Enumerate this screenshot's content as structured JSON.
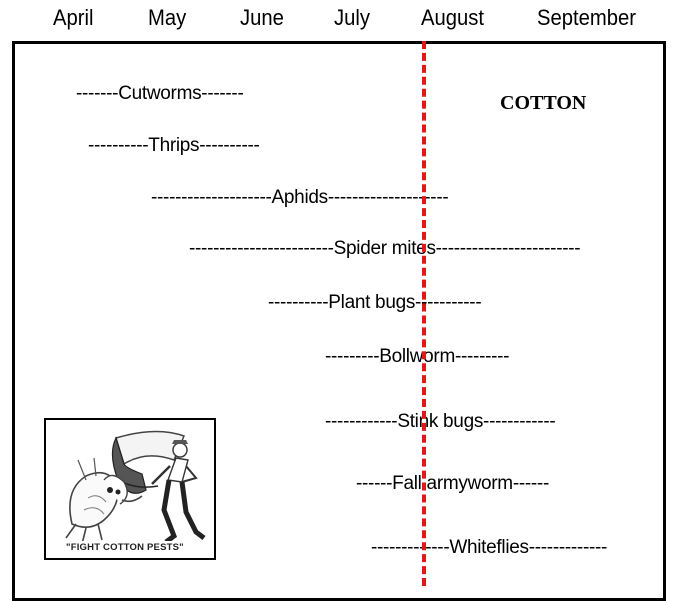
{
  "months": [
    "April",
    "May",
    "June",
    "July",
    "August",
    "September"
  ],
  "crop_label": "COTTON",
  "pests": [
    "-------Cutworms-------",
    "----------Thrips----------",
    "--------------------Aphids--------------------",
    "------------------------Spider mites------------------------",
    "----------Plant bugs-----------",
    "---------Bollworm---------",
    "------------Stink bugs------------",
    "------Fall armyworm------",
    "-------------Whiteflies-------------"
  ],
  "poster": {
    "caption": "\"FIGHT COTTON PESTS\""
  },
  "colors": {
    "cutoff_line": "#e01818",
    "frame": "#000000"
  }
}
